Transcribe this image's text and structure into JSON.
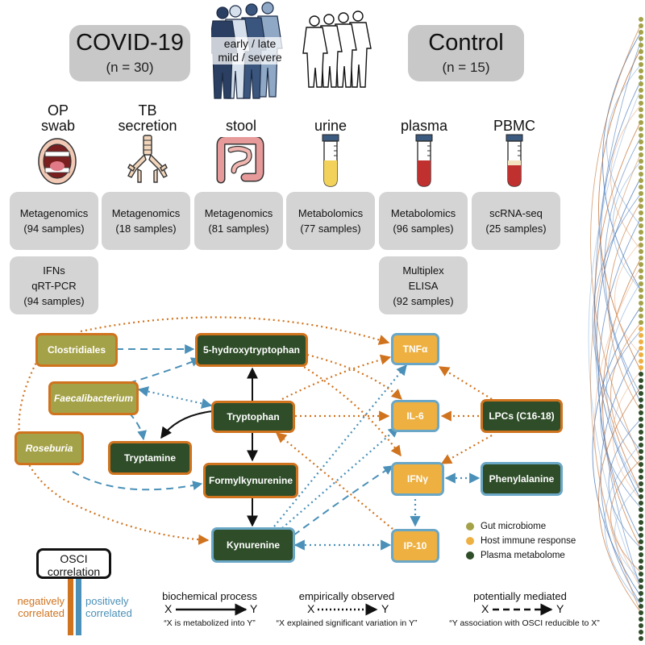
{
  "groups": {
    "covid": {
      "title": "COVID-19",
      "n": "(n = 30)"
    },
    "control": {
      "title": "Control",
      "n": "(n = 15)"
    },
    "severity_line1": "early / late",
    "severity_line2": "mild / severe"
  },
  "sources": [
    {
      "line1": "OP",
      "line2": "swab",
      "icon": "mouth-icon"
    },
    {
      "line1": "TB",
      "line2": "secretion",
      "icon": "bronchi-icon"
    },
    {
      "line1": "",
      "line2": "stool",
      "icon": "intestine-icon"
    },
    {
      "line1": "",
      "line2": "urine",
      "icon": "test-tube-yellow-icon"
    },
    {
      "line1": "",
      "line2": "plasma",
      "icon": "test-tube-red-icon"
    },
    {
      "line1": "",
      "line2": "PBMC",
      "icon": "test-tube-layer-icon"
    }
  ],
  "assays": [
    {
      "line1": "Metagenomics",
      "line2": "(94 samples)",
      "line3": ""
    },
    {
      "line1": "Metagenomics",
      "line2": "(18 samples)",
      "line3": ""
    },
    {
      "line1": "Metagenomics",
      "line2": "(81 samples)",
      "line3": ""
    },
    {
      "line1": "Metabolomics",
      "line2": "(77 samples)",
      "line3": ""
    },
    {
      "line1": "Metabolomics",
      "line2": "(96 samples)",
      "line3": ""
    },
    {
      "line1": "scRNA-seq",
      "line2": "(25 samples)",
      "line3": ""
    },
    {
      "line1": "IFNs",
      "line2": "qRT-PCR",
      "line3": "(94 samples)"
    },
    {
      "line1": "Multiplex",
      "line2": "ELISA",
      "line3": "(92 samples)"
    }
  ],
  "nodes": {
    "clostridiales": "Clostridiales",
    "faecalibacterium": "Faecalibacterium",
    "roseburia": "Roseburia",
    "hydroxytryptophan": "5-hydroxytryptophan",
    "tryptophan": "Tryptophan",
    "tryptamine": "Tryptamine",
    "formylkynurenine": "Formylkynurenine",
    "kynurenine": "Kynurenine",
    "tnfa": "TNFα",
    "il6": "IL-6",
    "ifng": "IFNγ",
    "ip10": "IP-10",
    "lpcs": "LPCs (C16-18)",
    "phenylalanine": "Phenylalanine"
  },
  "legend": {
    "gut": {
      "label": "Gut microbiome",
      "color": "#a4a248"
    },
    "host": {
      "label": "Host immune response",
      "color": "#eeb040"
    },
    "plasma": {
      "label": "Plasma metabolome",
      "color": "#2e4d28"
    }
  },
  "osci": {
    "title_line1": "OSCI",
    "title_line2": "correlation",
    "negative_line1": "negatively",
    "negative_line2": "correlated",
    "positive_line1": "positively",
    "positive_line2": "correlated",
    "negative_color": "#d0731e",
    "positive_color": "#4a90b8"
  },
  "arrow_key": [
    {
      "title": "biochemical process",
      "x": "X",
      "y": "Y",
      "caption": "“X is metabolized into Y”"
    },
    {
      "title": "empirically observed",
      "x": "X",
      "y": "Y",
      "caption": "“X explained significant variation in Y”"
    },
    {
      "title": "potentially mediated",
      "x": "X",
      "y": "Y",
      "caption": "“Y association with OSCI reducible to X”"
    }
  ]
}
